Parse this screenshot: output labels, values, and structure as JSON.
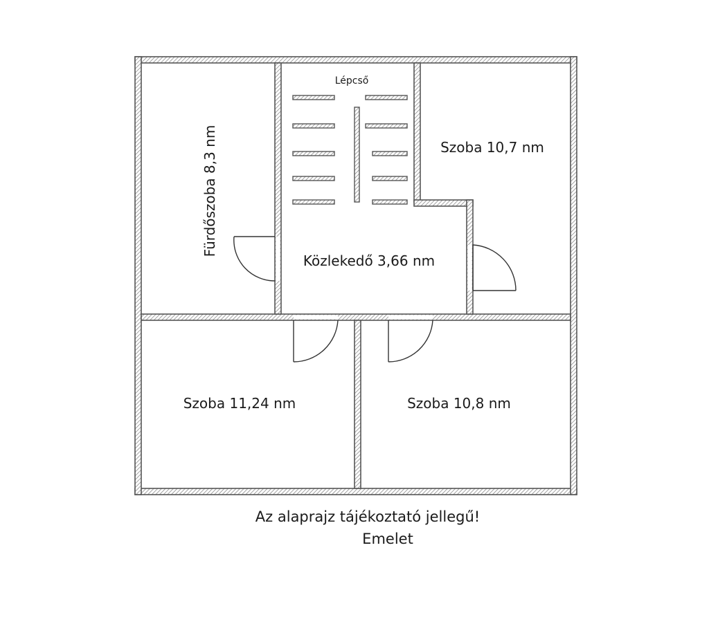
{
  "plan": {
    "stair_label": "Lépcső",
    "rooms": {
      "bathroom": "Fürdőszoba 8,3 nm",
      "room_top_right": "Szoba 10,7 nm",
      "hallway": "Közlekedő 3,66 nm",
      "room_bottom_left": "Szoba 11,24 nm",
      "room_bottom_right": "Szoba 10,8 nm"
    },
    "caption": {
      "line1": "Az alaprajz tájékoztató jellegű!",
      "line2": "Emelet"
    },
    "colors": {
      "wall_outline": "#555555",
      "wall_hatch": "#8a8a8a",
      "text": "#1a1a1a"
    }
  }
}
